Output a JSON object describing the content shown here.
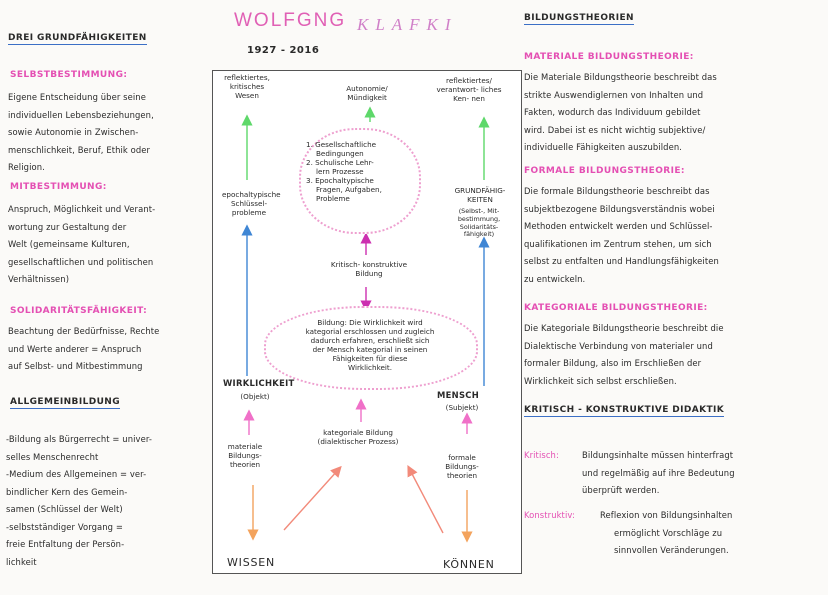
{
  "title": {
    "name": "WOLFGNG",
    "surname": "KLAFKI",
    "dates": "1927 - 2016"
  },
  "left": {
    "heading1": "DREI GRUNDFÄHIGKEITEN",
    "self_title": "SELBSTBESTIMMUNG:",
    "self_lines": [
      "Eigene Entscheidung über seine",
      "individuellen Lebensbeziehungen,",
      "sowie Autonomie in Zwischen-",
      "menschlichkeit, Beruf, Ethik oder",
      "Religion."
    ],
    "mit_title": "MITBESTIMMUNG:",
    "mit_lines": [
      "Anspruch, Möglichkeit und Verant-",
      "wortung zur Gestaltung der",
      "Welt (gemeinsame Kulturen,",
      "gesellschaftlichen und politischen",
      "Verhältnissen)"
    ],
    "sol_title": "SOLIDARITÄTSFÄHIGKEIT:",
    "sol_lines": [
      "Beachtung der Bedürfnisse, Rechte",
      "und Werte anderer = Anspruch",
      "auf Selbst- und Mitbestimmung"
    ],
    "heading2": "ALLGEMEINBILDUNG",
    "allg_lines": [
      "-Bildung als Bürgerrecht = univer-",
      "selles Menschenrecht",
      "-Medium des Allgemeinen = ver-",
      "bindlicher Kern des Gemein-",
      "samen (Schlüssel der Welt)",
      "-selbstständiger Vorgang =",
      "freie Entfaltung der Persön-",
      "lichkeit"
    ]
  },
  "diagram": {
    "top_left": "reflektiertes, kritisches Wesen",
    "top_center": "Autonomie/ Mündigkeit",
    "top_right": "reflektiertes/ verantwort- liches Ken- nen",
    "epochal": "epochaltypische Schlüssel- probleme",
    "grund": "GRUNDFÄHIG- KEITEN",
    "grund_sub": "(Selbst-, Mit- bestimmung, Solidaritäts- fähigkeit)",
    "cloud1": [
      "1. Gesellschaftliche",
      "Bedingungen",
      "2. Schulische Lehr-",
      "lern Prozesse",
      "3. Epochaltypische",
      "Fragen, Aufgaben,",
      "Probleme"
    ],
    "kritisch": "Kritisch- konstruktive Bildung",
    "cloud2": [
      "Bildung: Die Wirklichkeit wird",
      "kategorial erschlossen und zugleich",
      "dadurch erfahren, erschließt sich",
      "der Mensch kategorial in seinen",
      "Fähigkeiten für diese",
      "Wirklichkeit."
    ],
    "wirklichkeit": "WIRKLICHKEIT",
    "objekt": "(Objekt)",
    "mensch": "MENSCH",
    "subjekt": "(Subjekt)",
    "materiale": "materiale Bildungs- theorien",
    "kategoriale": "kategoriale Bildung (dialektischer Prozess)",
    "formale": "formale Bildungs- theorien",
    "wissen": "WISSEN",
    "koennen": "KÖNNEN"
  },
  "right": {
    "heading": "BILDUNGSTHEORIEN",
    "mat_title": "MATERIALE BILDUNGSTHEORIE:",
    "mat_lines": [
      "Die Materiale Bildungstheorie beschreibt das",
      "strikte Auswendiglernen von Inhalten und",
      "Fakten, wodurch das Individuum gebildet",
      "wird. Dabei ist es nicht wichtig subjektive/",
      "individuelle Fähigkeiten auszubilden."
    ],
    "form_title": "FORMALE BILDUNGSTHEORIE:",
    "form_lines": [
      "Die formale Bildungstheorie beschreibt das",
      "subjektbezogene Bildungsverständnis wobei",
      "Methoden entwickelt werden und Schlüssel-",
      "qualifikationen im Zentrum stehen, um sich",
      "selbst zu entfalten und Handlungsfähigkeiten",
      "zu entwickeln."
    ],
    "kat_title": "KATEGORIALE BILDUNGSTHEORIE:",
    "kat_lines": [
      "Die Kategoriale Bildungstheorie beschreibt die",
      "Dialektische Verbindung von materialer und",
      "formaler Bildung, also im Erschließen der",
      "Wirklichkeit sich selbst erschließen."
    ],
    "kk_heading": "KRITISCH - KONSTRUKTIVE DIDAKTIK",
    "kritisch_label": "Kritisch:",
    "kritisch_lines": [
      "Bildungsinhalte müssen hinterfragt",
      "und regelmäßig auf ihre Bedeutung",
      "überprüft werden."
    ],
    "konstruktiv_label": "Konstruktiv:",
    "konstruktiv_lines": [
      "Reflexion von Bildungsinhalten",
      "ermöglicht Vorschläge zu",
      "sinnvollen Veränderungen."
    ]
  },
  "colors": {
    "pink": "#e44fb3",
    "underline": "#3b6fc6",
    "green": "#5ed86a",
    "blue": "#3f86d4",
    "magenta": "#cc2fb0",
    "orange": "#f3a35d",
    "salmon": "#f28a7a"
  }
}
